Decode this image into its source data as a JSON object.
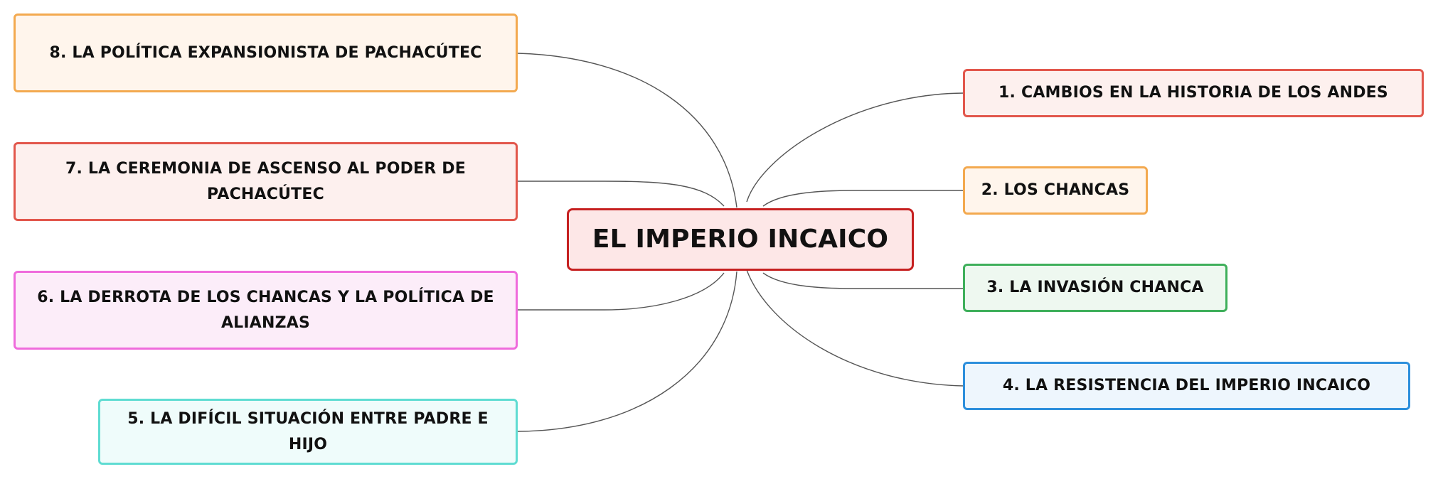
{
  "center": {
    "label": "EL IMPERIO INCAICO",
    "fill": "#fde7e7",
    "border": "#c62020"
  },
  "nodes": [
    {
      "id": "n1",
      "label": "1. CAMBIOS EN LA HISTORIA DE LOS ANDES",
      "fill": "#fdf0ee",
      "border": "#e2574c"
    },
    {
      "id": "n2",
      "label": "2. LOS CHANCAS",
      "fill": "#fff5ec",
      "border": "#f3a94f"
    },
    {
      "id": "n3",
      "label": "3. LA INVASIÓN CHANCA",
      "fill": "#eef8f0",
      "border": "#3faf5b"
    },
    {
      "id": "n4",
      "label": "4. LA RESISTENCIA DEL IMPERIO INCAICO",
      "fill": "#eef6fd",
      "border": "#2d8fdc"
    },
    {
      "id": "n5",
      "label": "5. LA DIFÍCIL SITUACIÓN ENTRE PADRE E HIJO",
      "fill": "#effcfb",
      "border": "#5fdcd2"
    },
    {
      "id": "n6",
      "label": "6. LA DERROTA DE LOS CHANCAS Y LA POLÍTICA DE ALIANZAS",
      "fill": "#fcedf9",
      "border": "#ef6bdc"
    },
    {
      "id": "n7",
      "label": "7. LA CEREMONIA DE ASCENSO AL PODER DE PACHACÚTEC",
      "fill": "#fdf0ee",
      "border": "#e2574c"
    },
    {
      "id": "n8",
      "label": "8. LA POLÍTICA EXPANSIONISTA DE PACHACÚTEC",
      "fill": "#fff5ec",
      "border": "#f3a94f"
    }
  ],
  "connector_color": "#555555"
}
